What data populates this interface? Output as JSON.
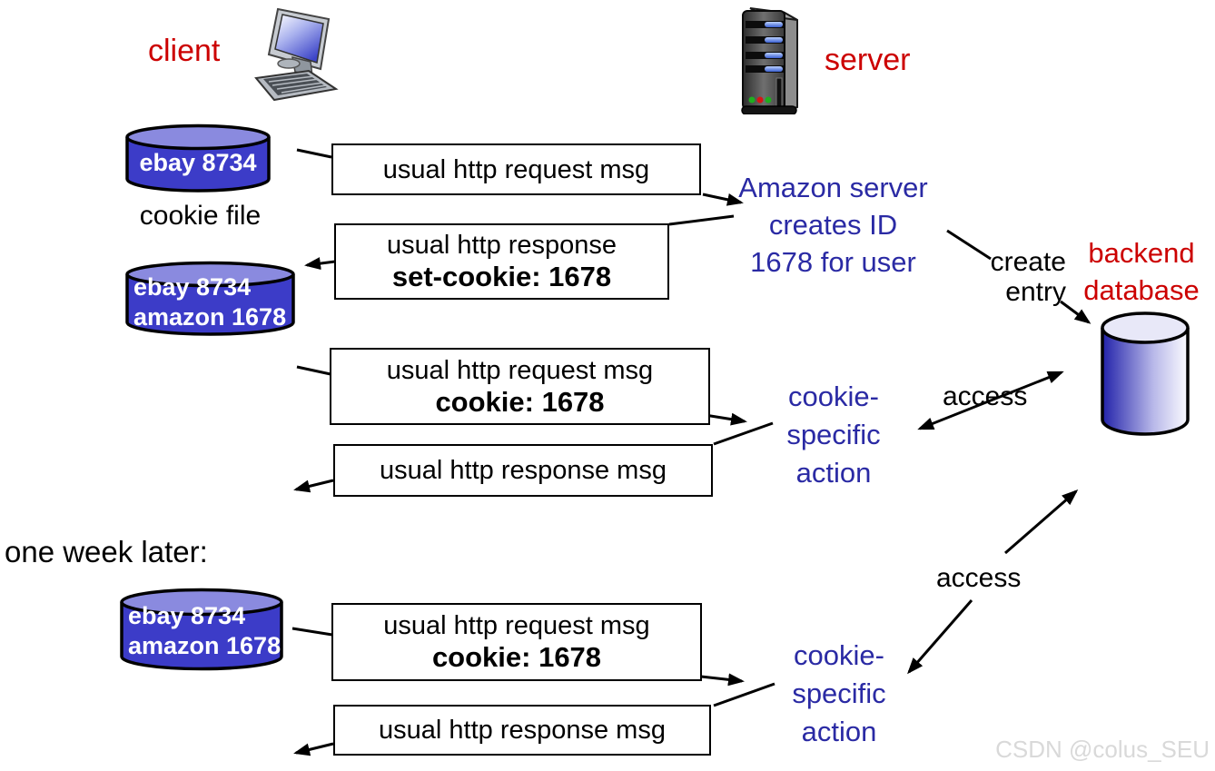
{
  "colors": {
    "label_red": "#cc0000",
    "note_blue": "#2a2aa4",
    "cylinder_body": "#3c3cc8",
    "cylinder_top": "#8a8adf",
    "box_border": "#000000",
    "watermark_gray": "#d9d9d9"
  },
  "icons": {
    "client": "desktop-computer",
    "server": "server-tower",
    "cookie_store": "blue-cylinder-datastore",
    "backend": "gradient-cylinder-database"
  },
  "header": {
    "client_label": "client",
    "server_label": "server"
  },
  "client_side": {
    "cookie_file_label": "cookie file",
    "one_week_later": "one week later:",
    "cookie_files": [
      {
        "lines": [
          "ebay 8734"
        ]
      },
      {
        "lines": [
          "ebay 8734",
          "amazon 1678"
        ]
      },
      {
        "lines": [
          "ebay 8734",
          "amazon 1678"
        ]
      }
    ]
  },
  "messages": [
    {
      "line1": "usual http request msg",
      "line2": ""
    },
    {
      "line1": "usual http response",
      "line2": "set-cookie: 1678"
    },
    {
      "line1": "usual http request msg",
      "line2": "cookie: 1678"
    },
    {
      "line1": "usual http response msg",
      "line2": ""
    },
    {
      "line1": "usual http request msg",
      "line2": "cookie: 1678"
    },
    {
      "line1": "usual http response msg",
      "line2": ""
    }
  ],
  "server_side": {
    "amazon_note": [
      "Amazon server",
      "creates ID",
      "1678 for user"
    ],
    "create_entry": [
      "create",
      "entry"
    ],
    "backend_db_label": [
      "backend",
      "database"
    ],
    "access_top": "access",
    "access_bottom": "access",
    "cookie_action_top": [
      "cookie-",
      "specific",
      "action"
    ],
    "cookie_action_bottom": [
      "cookie-",
      "specific",
      "action"
    ]
  },
  "watermark": {
    "text": "CSDN @colus_SEU"
  }
}
